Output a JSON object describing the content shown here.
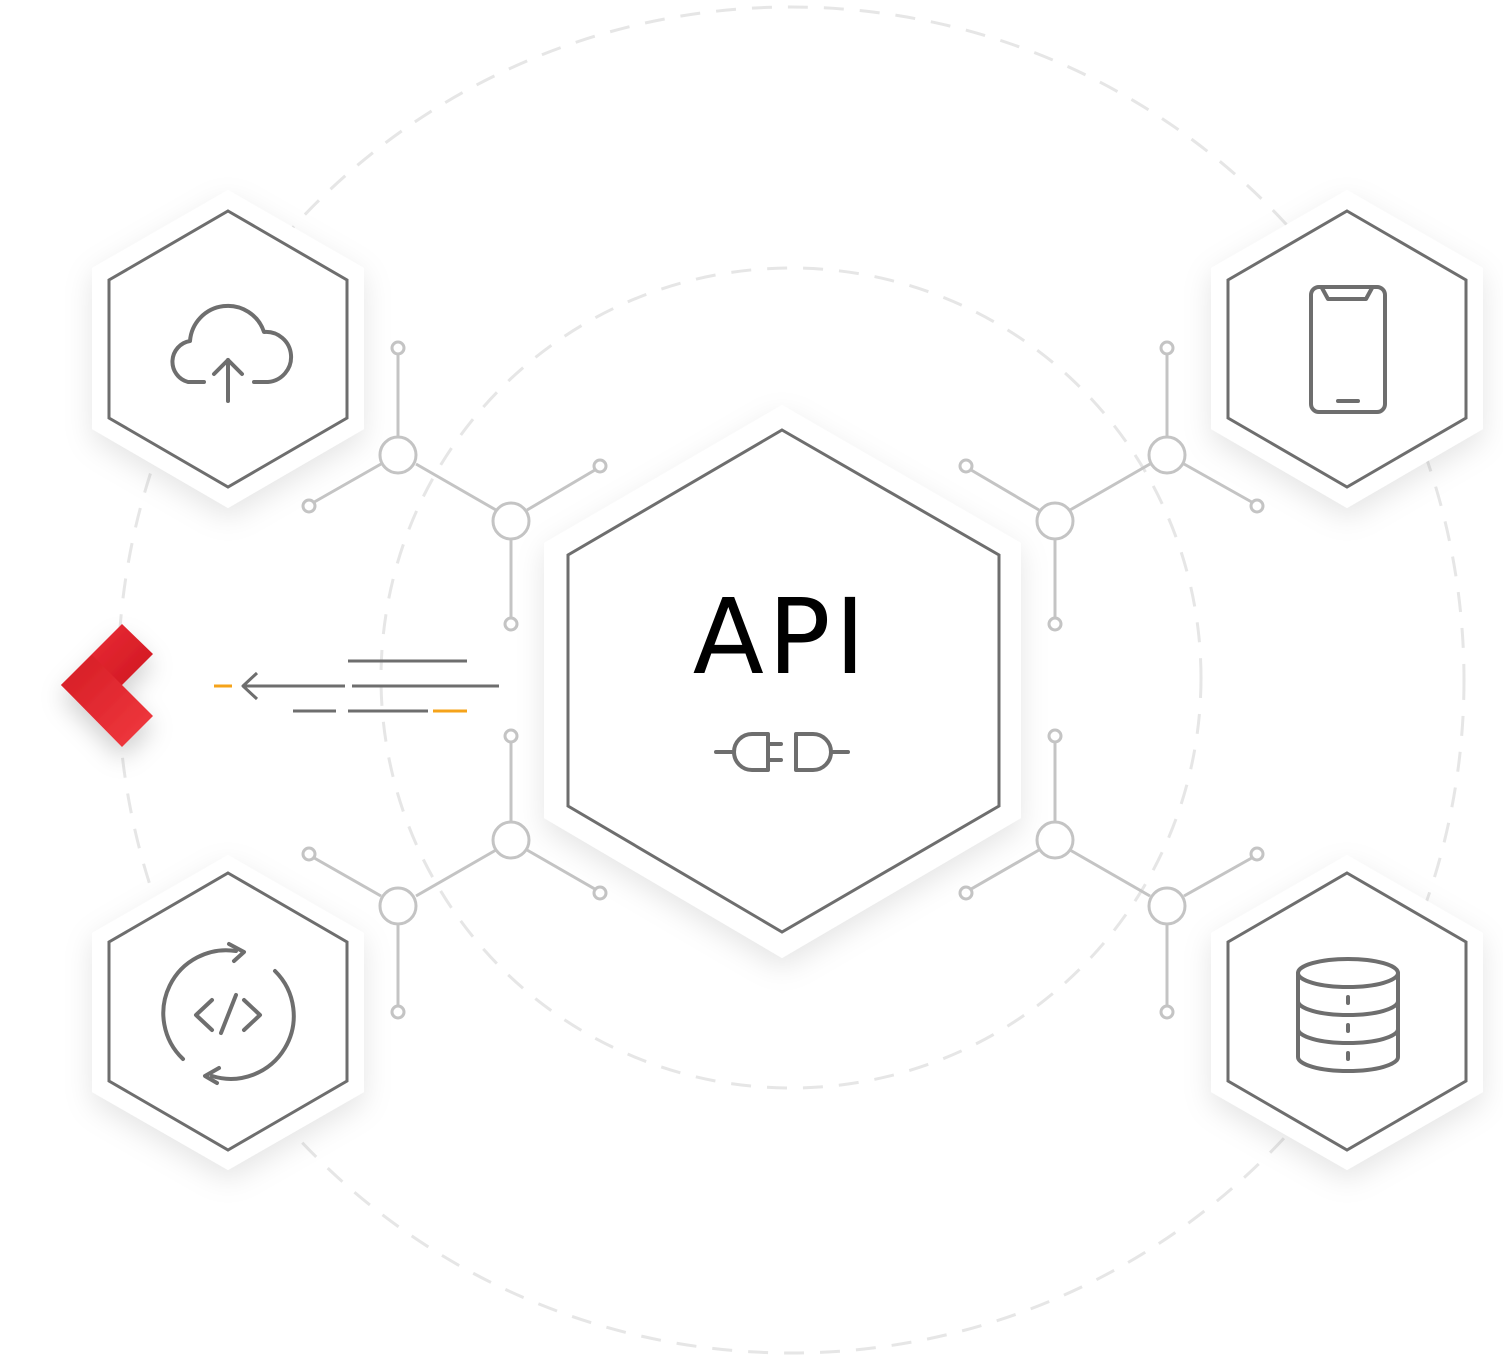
{
  "center": {
    "label": "API",
    "icon": "plug-connector-icon"
  },
  "nodes": [
    {
      "name": "cloud-upload",
      "icon": "cloud-upload-icon"
    },
    {
      "name": "mobile-phone",
      "icon": "mobile-phone-icon"
    },
    {
      "name": "code-sync",
      "icon": "code-sync-icon"
    },
    {
      "name": "database",
      "icon": "database-icon"
    }
  ],
  "brand": {
    "icon": "brand-logo-icon",
    "color": "#e0202a"
  },
  "colors": {
    "stroke": "#6e6e6e",
    "connector": "#c4c4c4",
    "accent": "#f5a31a",
    "dash": "#e6e6e6"
  }
}
